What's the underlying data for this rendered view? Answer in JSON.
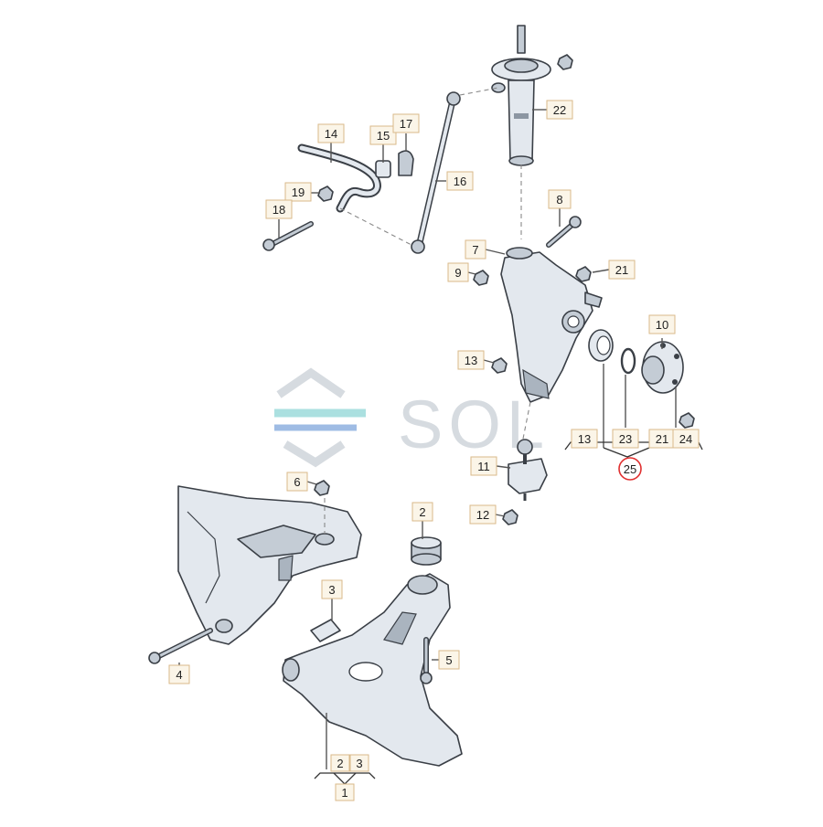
{
  "watermark": {
    "text": "SOL",
    "colors": {
      "gray": "#c9cfd6",
      "teal": "#8fd6d6",
      "blue": "#7fa6dc"
    }
  },
  "callouts": {
    "c1": "1",
    "c2": "2",
    "c2b": "2",
    "c3": "3",
    "c3b": "3",
    "c4": "4",
    "c5": "5",
    "c6": "6",
    "c7": "7",
    "c8": "8",
    "c9": "9",
    "c10": "10",
    "c11": "11",
    "c12": "12",
    "c13a": "13",
    "c13b": "13",
    "c14": "14",
    "c15": "15",
    "c16": "16",
    "c17": "17",
    "c18": "18",
    "c19": "19",
    "c21a": "21",
    "c21b": "21",
    "c22": "22",
    "c23": "23",
    "c24": "24",
    "c25": "25"
  },
  "colors": {
    "highlight_circle": "#e03030",
    "callout_fill": "#fbf5e8",
    "callout_border": "#d9b98a"
  }
}
